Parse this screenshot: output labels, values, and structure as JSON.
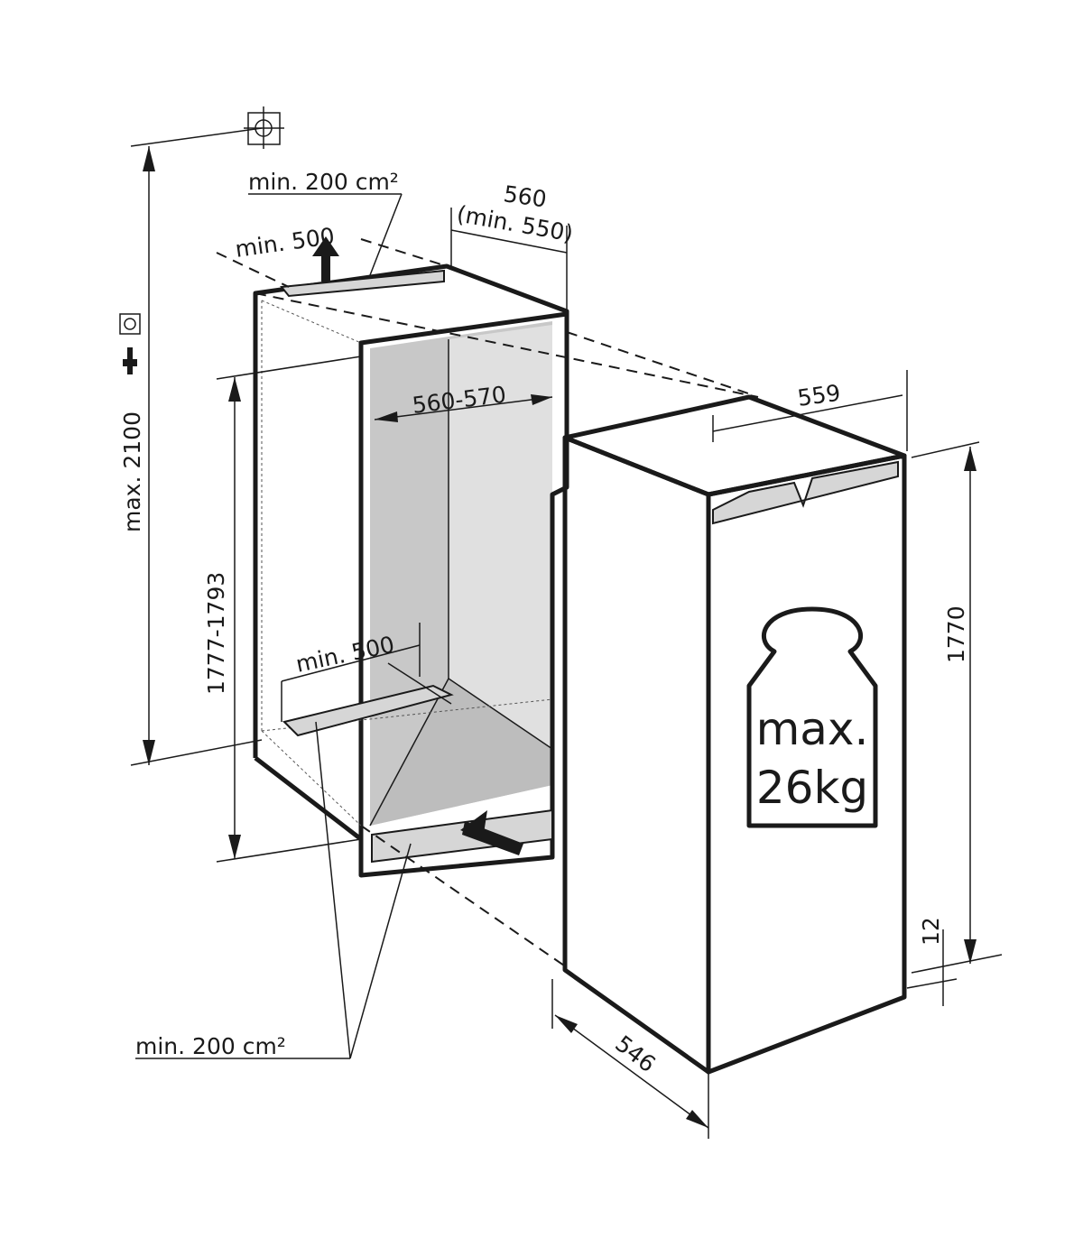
{
  "labels": {
    "top_vent_area": "min. 200 cm²",
    "top_clearance": "min. 500",
    "niche_width": "560",
    "niche_width_min": "(min. 550)",
    "niche_inner_width": "560-570",
    "max_height": "max. 2100",
    "niche_height": "1777-1793",
    "bottom_clearance": "min. 500",
    "bottom_vent_area": "min. 200 cm²",
    "appliance_width": "559",
    "appliance_height": "1770",
    "appliance_depth": "546",
    "plinth_gap": "12",
    "door_load_line1": "max.",
    "door_load_line2": "26kg"
  },
  "icons": [
    "socket-icon",
    "plug-icon",
    "connection-point-icon",
    "weight-icon",
    "airflow-arrow-icon"
  ],
  "colors": {
    "line": "#1a1a1a",
    "niche_interior": "#c8c8c8",
    "vent": "#d6d6d6"
  }
}
